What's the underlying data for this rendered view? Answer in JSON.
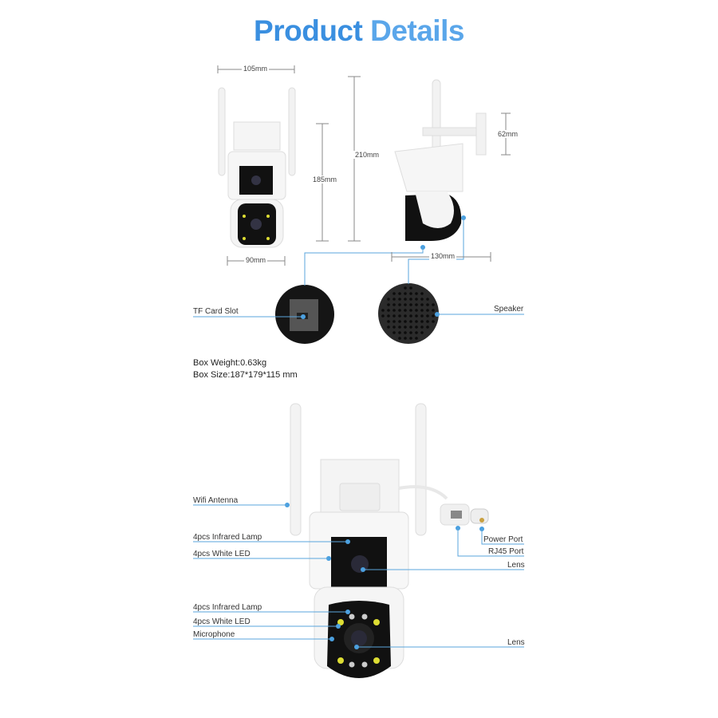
{
  "title": {
    "part1": "Product",
    "part2": "Details"
  },
  "dimensions": {
    "top_width": "105mm",
    "total_height": "210mm",
    "body_height": "185mm",
    "bracket_height": "62mm",
    "bottom_width": "90mm",
    "depth": "130mm"
  },
  "callouts_top": {
    "tf_card": "TF Card Slot",
    "speaker": "Speaker"
  },
  "box_info": {
    "weight": "Box Weight:0.63kg",
    "size": "Box Size:187*179*115 mm"
  },
  "callouts_bottom": {
    "wifi_antenna": "Wifi Antenna",
    "upper_ir": "4pcs Infrared Lamp",
    "upper_led": "4pcs White LED",
    "power_port": "Power Port",
    "rj45_port": "RJ45 Port",
    "upper_lens": "Lens",
    "lower_ir": "4pcs Infrared Lamp",
    "lower_led": "4pcs White LED",
    "microphone": "Microphone",
    "lower_lens": "Lens"
  },
  "colors": {
    "accent": "#3a8fe0",
    "callout": "#5aa5dc"
  }
}
